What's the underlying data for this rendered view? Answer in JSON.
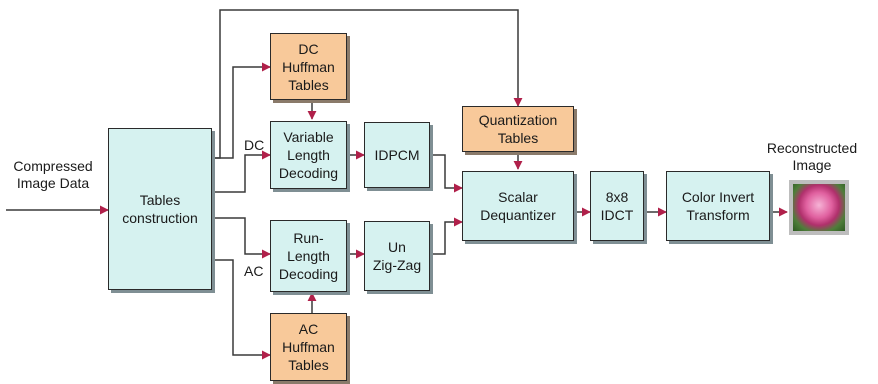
{
  "blocks": {
    "tables_construction": "Tables\nconstruction",
    "dc_huffman": "DC\nHuffman\nTables",
    "ac_huffman": "AC\nHuffman\nTables",
    "vld": "Variable\nLength\nDecoding",
    "rld": "Run-\nLength\nDecoding",
    "idpcm": "IDPCM",
    "unzigzag": "Un\nZig-Zag",
    "quant_tables": "Quantization\nTables",
    "scalar_dequantizer": "Scalar\nDequantizer",
    "idct": "8x8\nIDCT",
    "color_invert": "Color Invert\nTransform"
  },
  "labels": {
    "input": "Compressed\nImage Data",
    "dc": "DC",
    "ac": "AC",
    "output": "Reconstructed\nImage"
  },
  "colors": {
    "process_fill": "#d6f2f0",
    "table_fill": "#f8c99a",
    "line": "#3a3a3a",
    "arrowhead": "#b0204a"
  }
}
